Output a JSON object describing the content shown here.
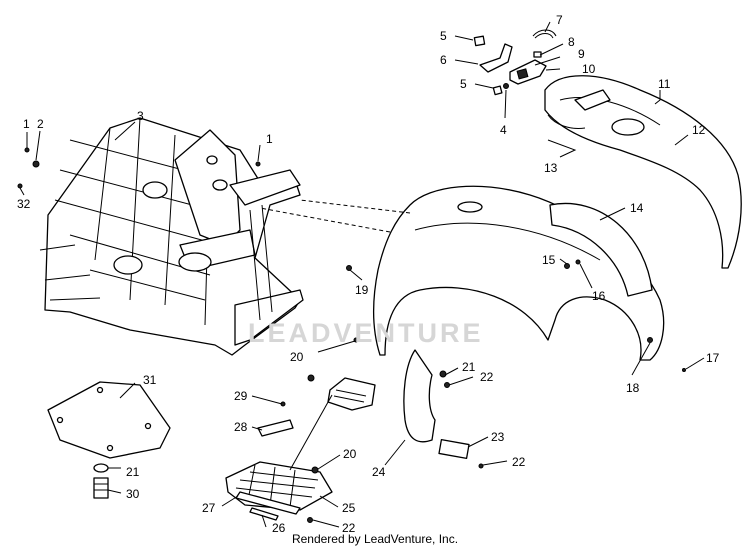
{
  "diagram": {
    "callouts": [
      "1",
      "2",
      "3",
      "1",
      "32",
      "5",
      "6",
      "7",
      "8",
      "9",
      "10",
      "5",
      "4",
      "11",
      "12",
      "13",
      "14",
      "15",
      "16",
      "19",
      "17",
      "18",
      "20",
      "21",
      "22",
      "31",
      "29",
      "28",
      "21",
      "30",
      "20",
      "24",
      "23",
      "22",
      "27",
      "25",
      "26",
      "22"
    ],
    "watermark": "LEADVENTURE",
    "footer": "Rendered by LeadVenture, Inc."
  }
}
